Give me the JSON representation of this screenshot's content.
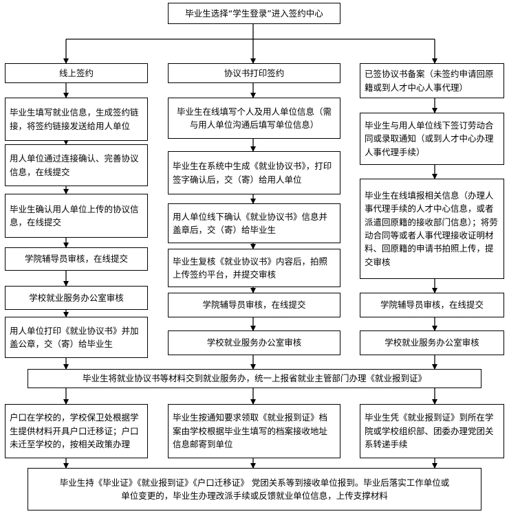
{
  "top": "毕业生选择“学生登录”进入签约中心",
  "columns": {
    "online": {
      "header": "线上签约",
      "steps": [
        "毕业生填写就业信息，生成签约链接，将签约链接发送给用人单位",
        "用人单位通过连接确认、完善协议信息，在线提交",
        "毕业生确认用人单位上传的协议信息，在线提交",
        "学院辅导员审核，在线提交",
        "学校就业服务办公室审核",
        "用人单位打印《就业协议书》并加盖公章，交（寄）给毕业生"
      ]
    },
    "print": {
      "header": "协议书打印签约",
      "steps": [
        "毕业生在线填写个人及用人单位信息（需与用人单位沟通后填写单位信息）",
        "毕业生在系统中生成《就业协议书》，打印签字确认后，交（寄）给用人单位",
        "用人单位线下确认《就业协议书》信息并盖章后，交（寄）给毕业生",
        "毕业生复核《就业协议书》内容后，拍照上传签约平台，并提交审核",
        "学院辅导员审核，在线提交",
        "学校就业服务办公室审核"
      ]
    },
    "filing": {
      "header": "已签协议书备案（未签约申请回原籍或到人才中心人事代理）",
      "steps": [
        "毕业生与用人单位线下签订劳动合同或录取通知（或到人才中心办理人事代理手续）",
        "毕业生在线填报相关信息（办理人事代理手续的人才中心信息，或者派遣回原籍的接收部门信息）；将劳动合同等或者人事代理接收证明材料、回原籍的申请书拍照上传，提交审核",
        "学院辅导员审核，在线提交",
        "学校就业服务办公室审核"
      ]
    }
  },
  "merge": "毕业生将就业协议书等材料交到就业服务办，统一上报省就业主管部门办理《就业报到证》",
  "after": [
    "户口在学校的，学校保卫处根据学生提供材料开具户口迁移证；户口未迁至学校的，按相关政策办理",
    "毕业生按通知要求领取《就业报到证》档案由学校根据毕业生填写的档案接收地址信息邮寄到单位",
    "毕业生凭《就业报到证》到所在学院或学校组织部、团委办理党团关系转递手续"
  ],
  "final": "毕业生持《毕业证》《就业报到证》《户口迁移证》 党团关系等到接收单位报到。毕业后落实工作单位或单位变更的，毕业生办理改派手续或反馈就业单位信息，上传支撑材料"
}
